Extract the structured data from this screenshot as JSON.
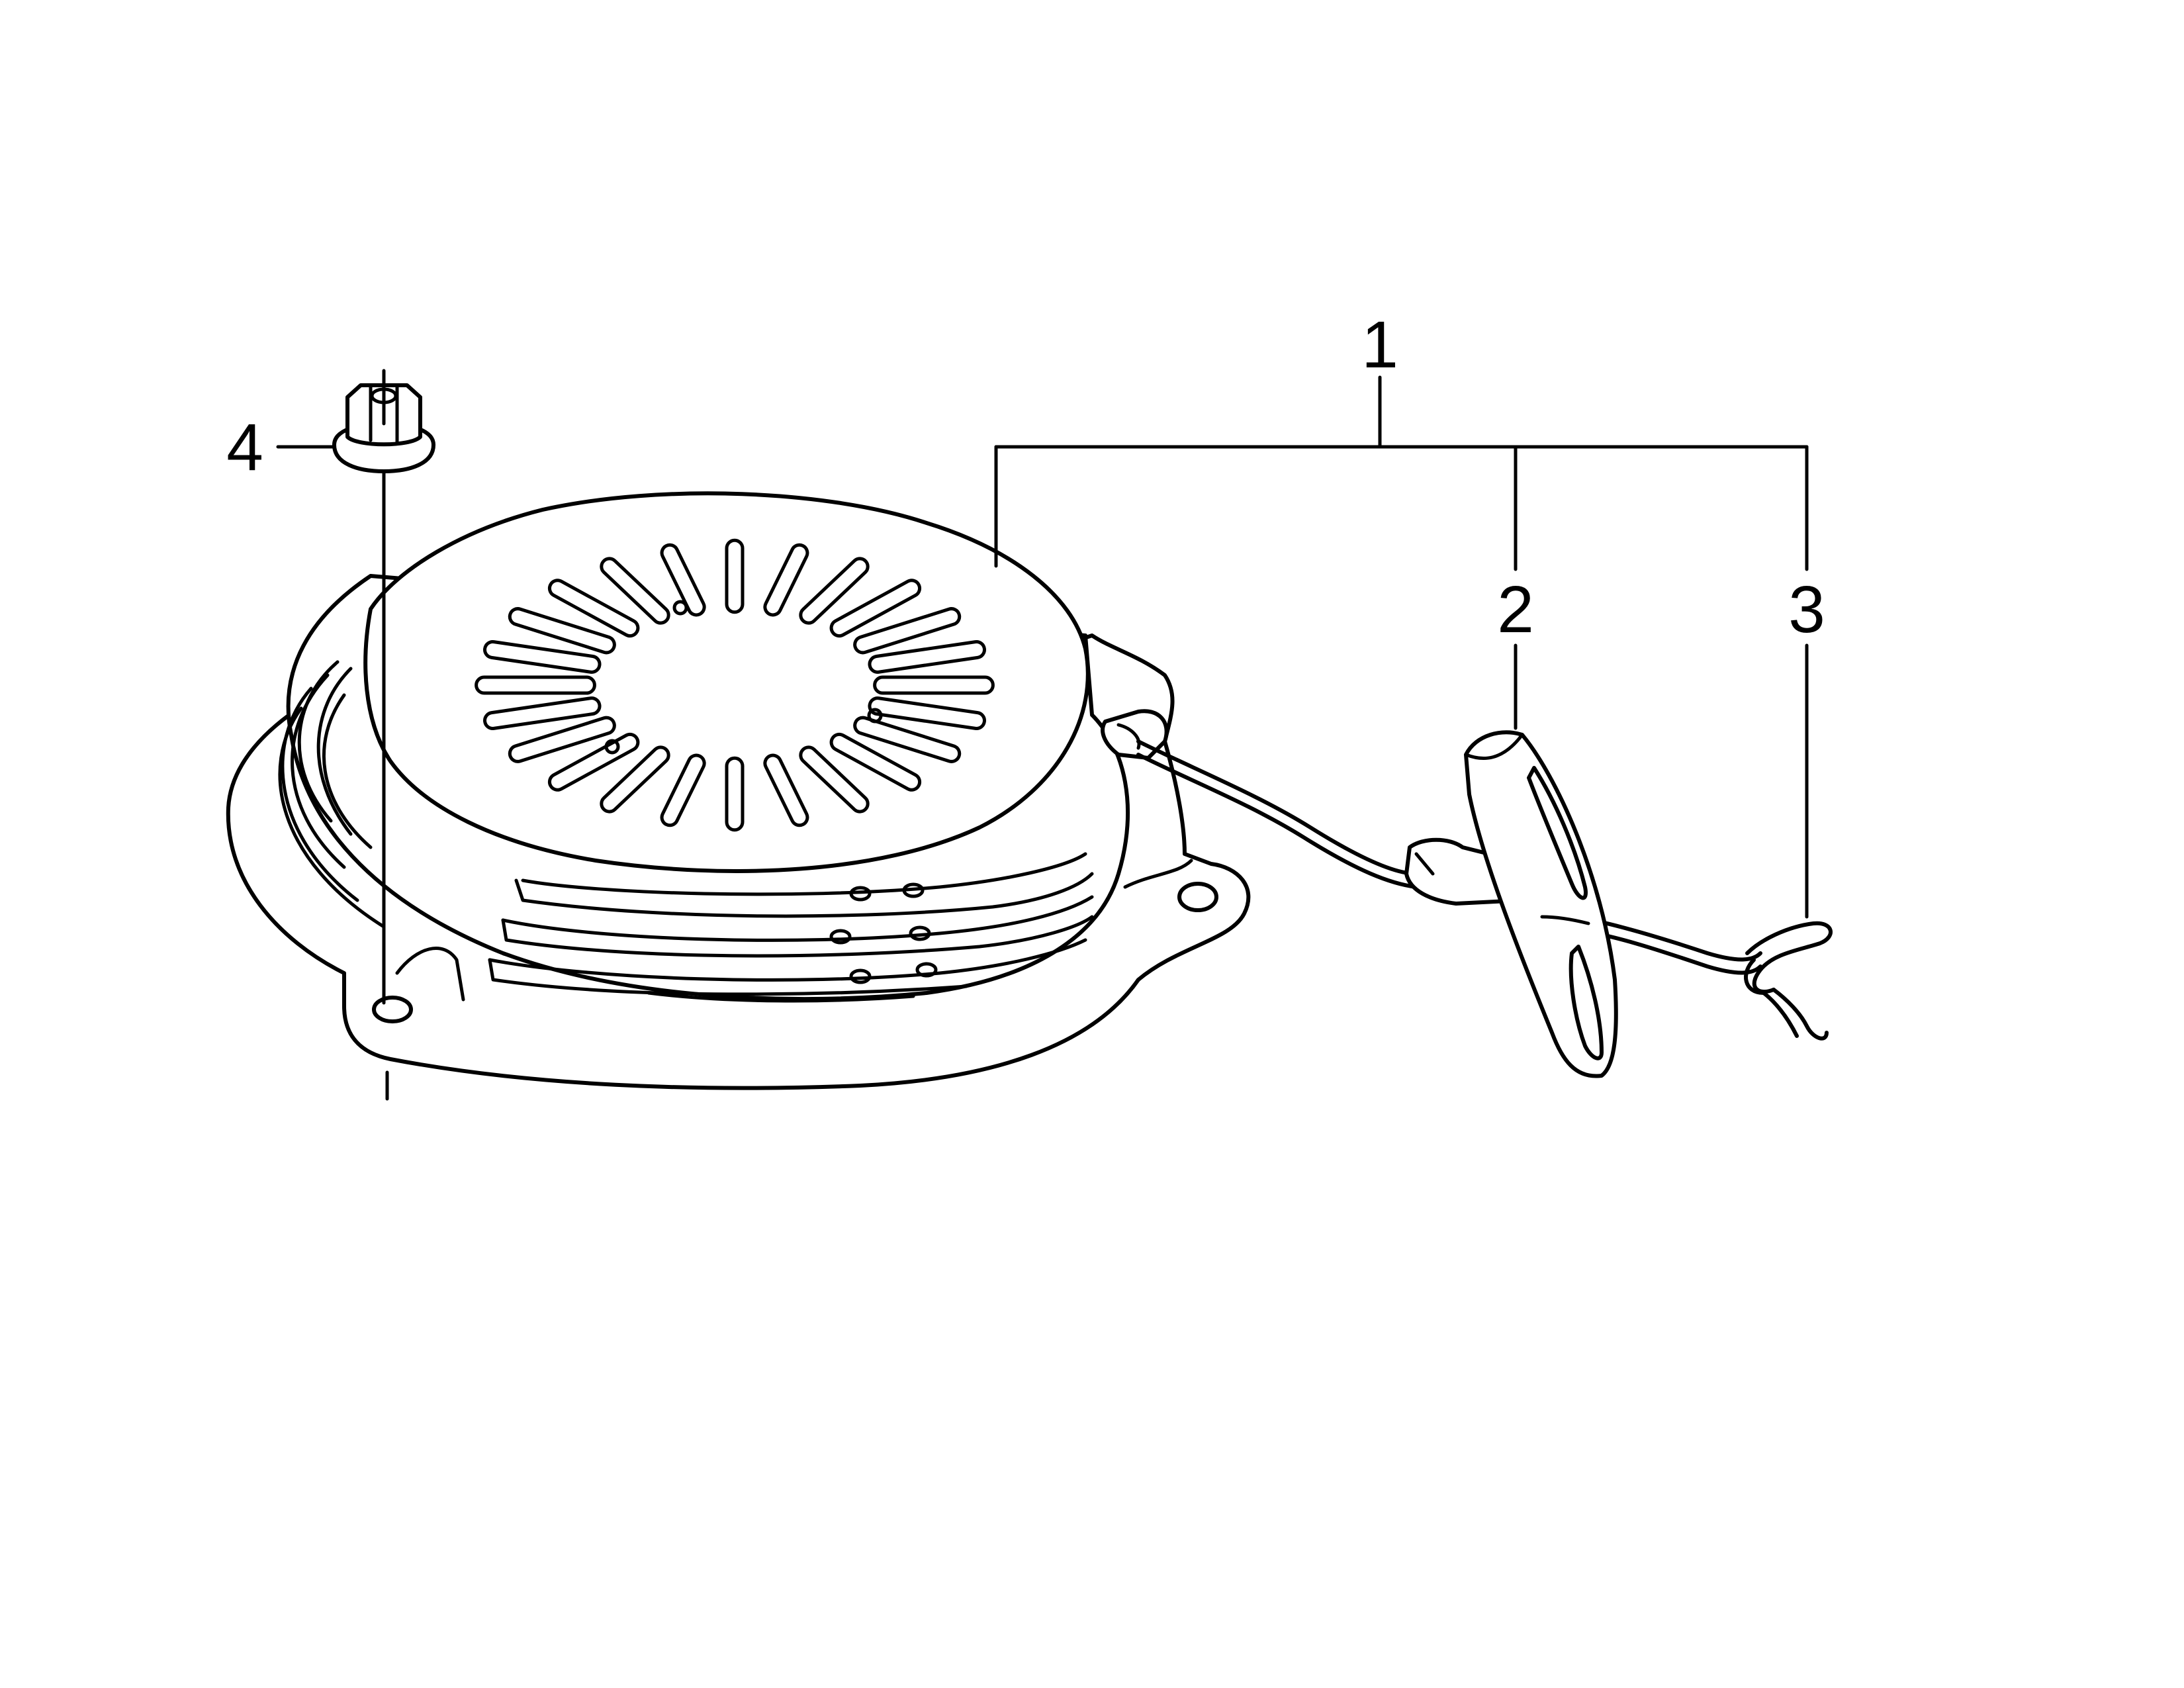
{
  "callouts": {
    "assembly": "1",
    "grip": "2",
    "rope": "3",
    "nut": "4"
  },
  "colors": {
    "line": "#000000",
    "background": "#ffffff"
  }
}
